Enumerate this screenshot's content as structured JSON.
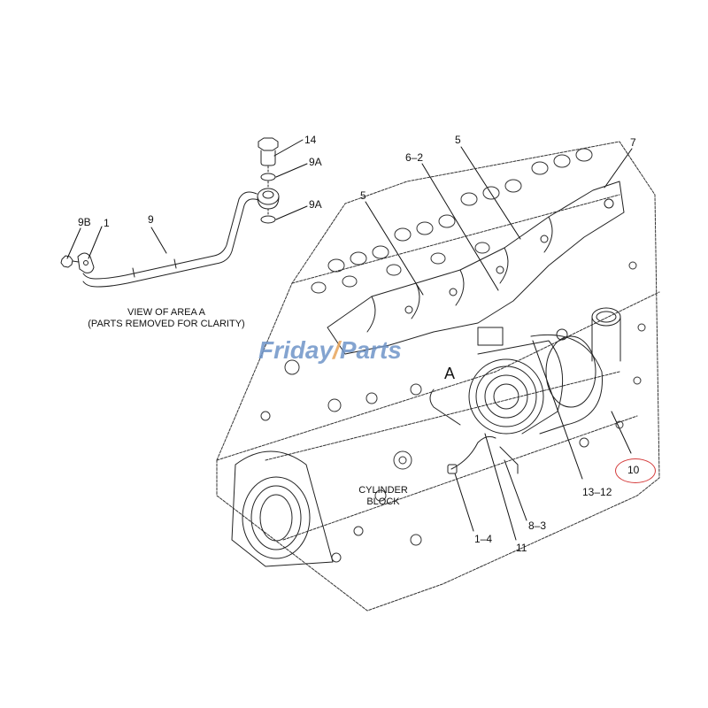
{
  "diagram": {
    "type": "exploded-parts-diagram",
    "subject": "Engine turbocharger and oil supply line assembly",
    "callouts": [
      {
        "id": "14",
        "label": "14"
      },
      {
        "id": "9A-upper",
        "label": "9A"
      },
      {
        "id": "9A-lower",
        "label": "9A"
      },
      {
        "id": "9B",
        "label": "9B"
      },
      {
        "id": "1",
        "label": "1"
      },
      {
        "id": "9",
        "label": "9"
      },
      {
        "id": "5-left",
        "label": "5"
      },
      {
        "id": "6-2",
        "label": "6–2"
      },
      {
        "id": "5-top",
        "label": "5"
      },
      {
        "id": "7",
        "label": "7"
      },
      {
        "id": "10",
        "label": "10",
        "highlighted": true
      },
      {
        "id": "13-12",
        "label": "13–12"
      },
      {
        "id": "8-3",
        "label": "8–3"
      },
      {
        "id": "11",
        "label": "11"
      },
      {
        "id": "1-4",
        "label": "1–4"
      }
    ],
    "inset_caption_line1": "VIEW OF AREA  A",
    "inset_caption_line2": "(PARTS REMOVED FOR CLARITY)",
    "block_label_line1": "CYLINDER",
    "block_label_line2": "BLOCK",
    "area_marker": "A",
    "highlight_color": "#d43a3a"
  },
  "watermark": {
    "part1": "Friday",
    "part2": "Parts",
    "color": "#6f95c8",
    "accent_color": "#e8a45a"
  }
}
